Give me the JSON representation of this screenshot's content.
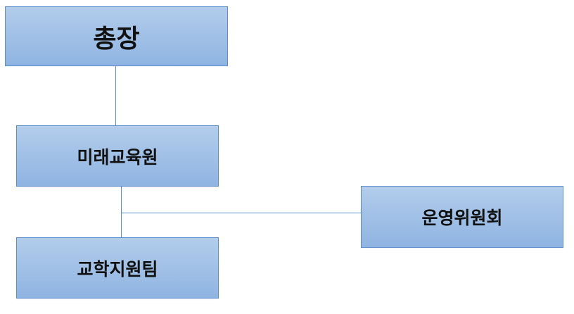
{
  "org_chart": {
    "top": {
      "label": "총장"
    },
    "level2": {
      "label": "미래교육원"
    },
    "branch": {
      "label": "운영위원회"
    },
    "level3": {
      "label": "교학지원팀"
    }
  }
}
